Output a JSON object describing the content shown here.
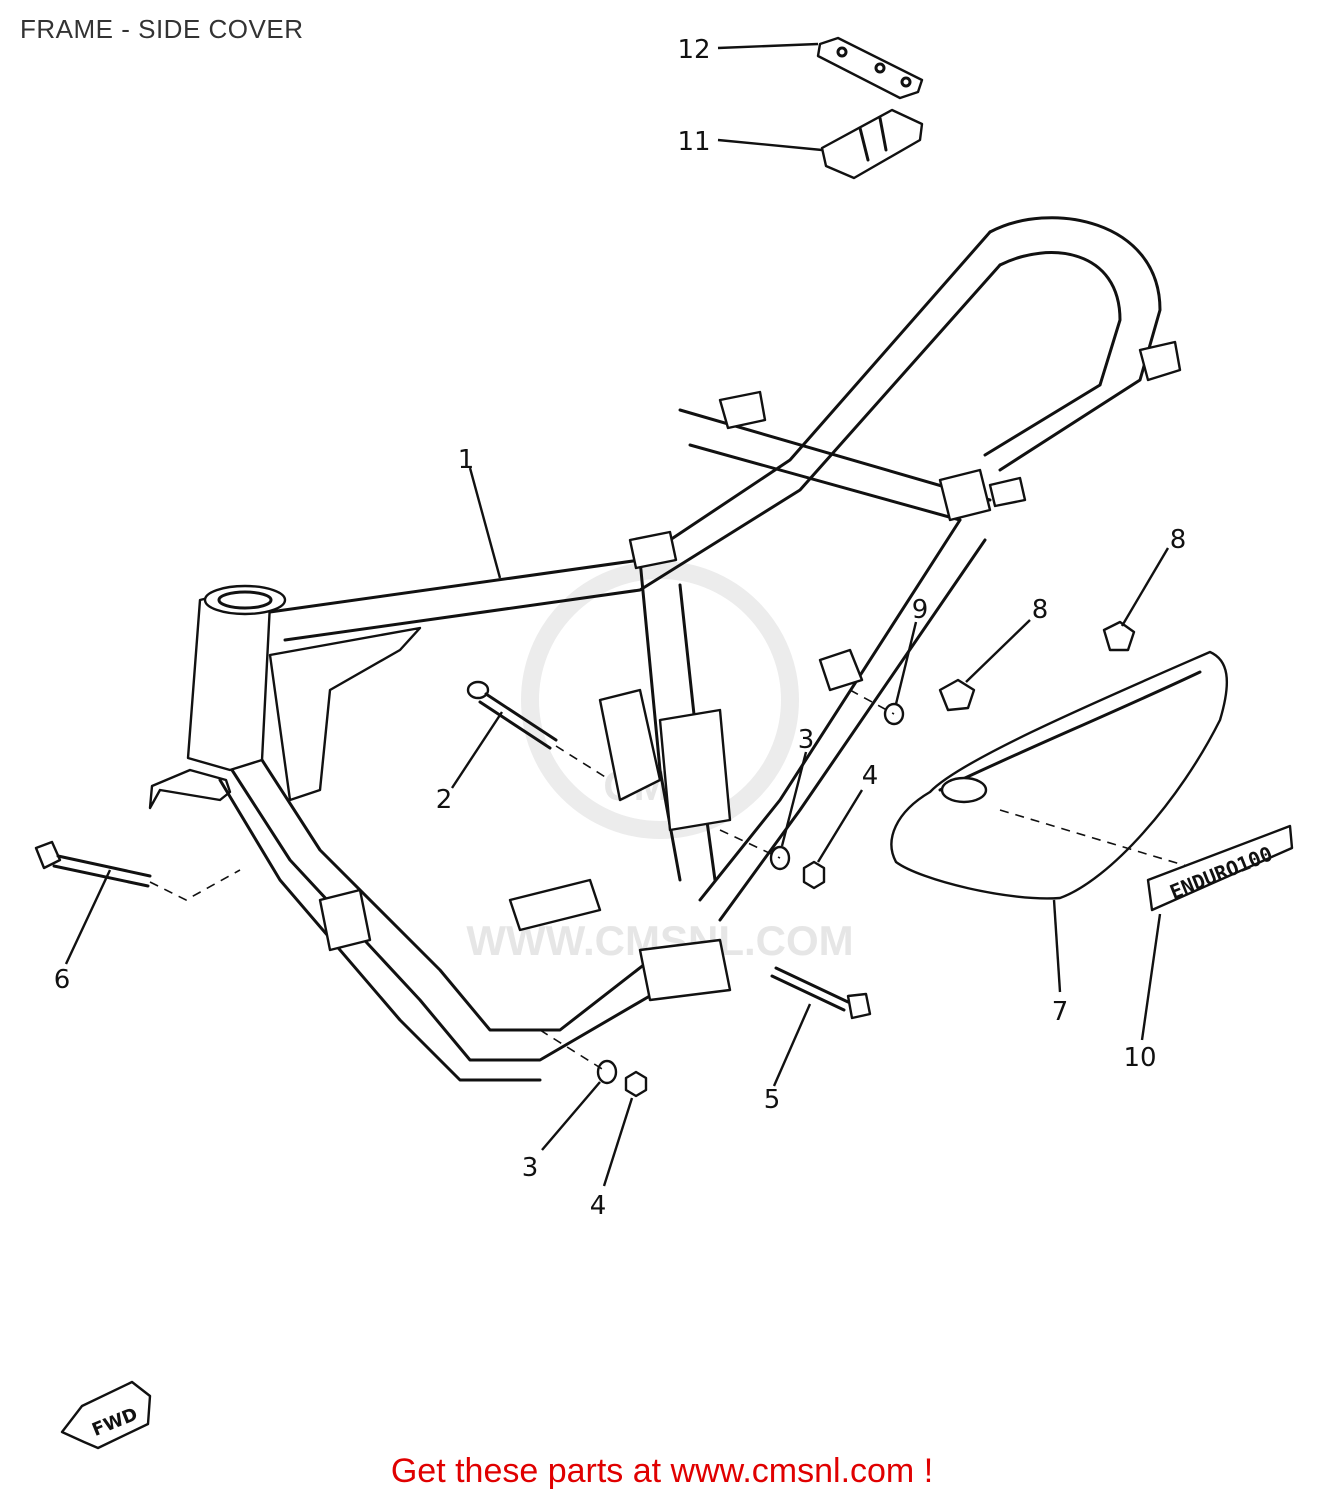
{
  "page": {
    "title": "FRAME - SIDE COVER",
    "footer": "Get these parts at www.cmsnl.com !"
  },
  "watermark": {
    "text": "WWW.CMSNL.COM",
    "logo": "CMS"
  },
  "decal_text": "ENDURO100",
  "fwd_label": "FWD",
  "callouts": {
    "c1": "1",
    "c2": "2",
    "c3a": "3",
    "c3b": "3",
    "c4a": "4",
    "c4b": "4",
    "c5": "5",
    "c6": "6",
    "c7": "7",
    "c8a": "8",
    "c8b": "8",
    "c9": "9",
    "c10": "10",
    "c11": "11",
    "c12": "12"
  },
  "colors": {
    "footer": "#e00000",
    "line": "#111111",
    "watermark": "#e6e6e6"
  }
}
